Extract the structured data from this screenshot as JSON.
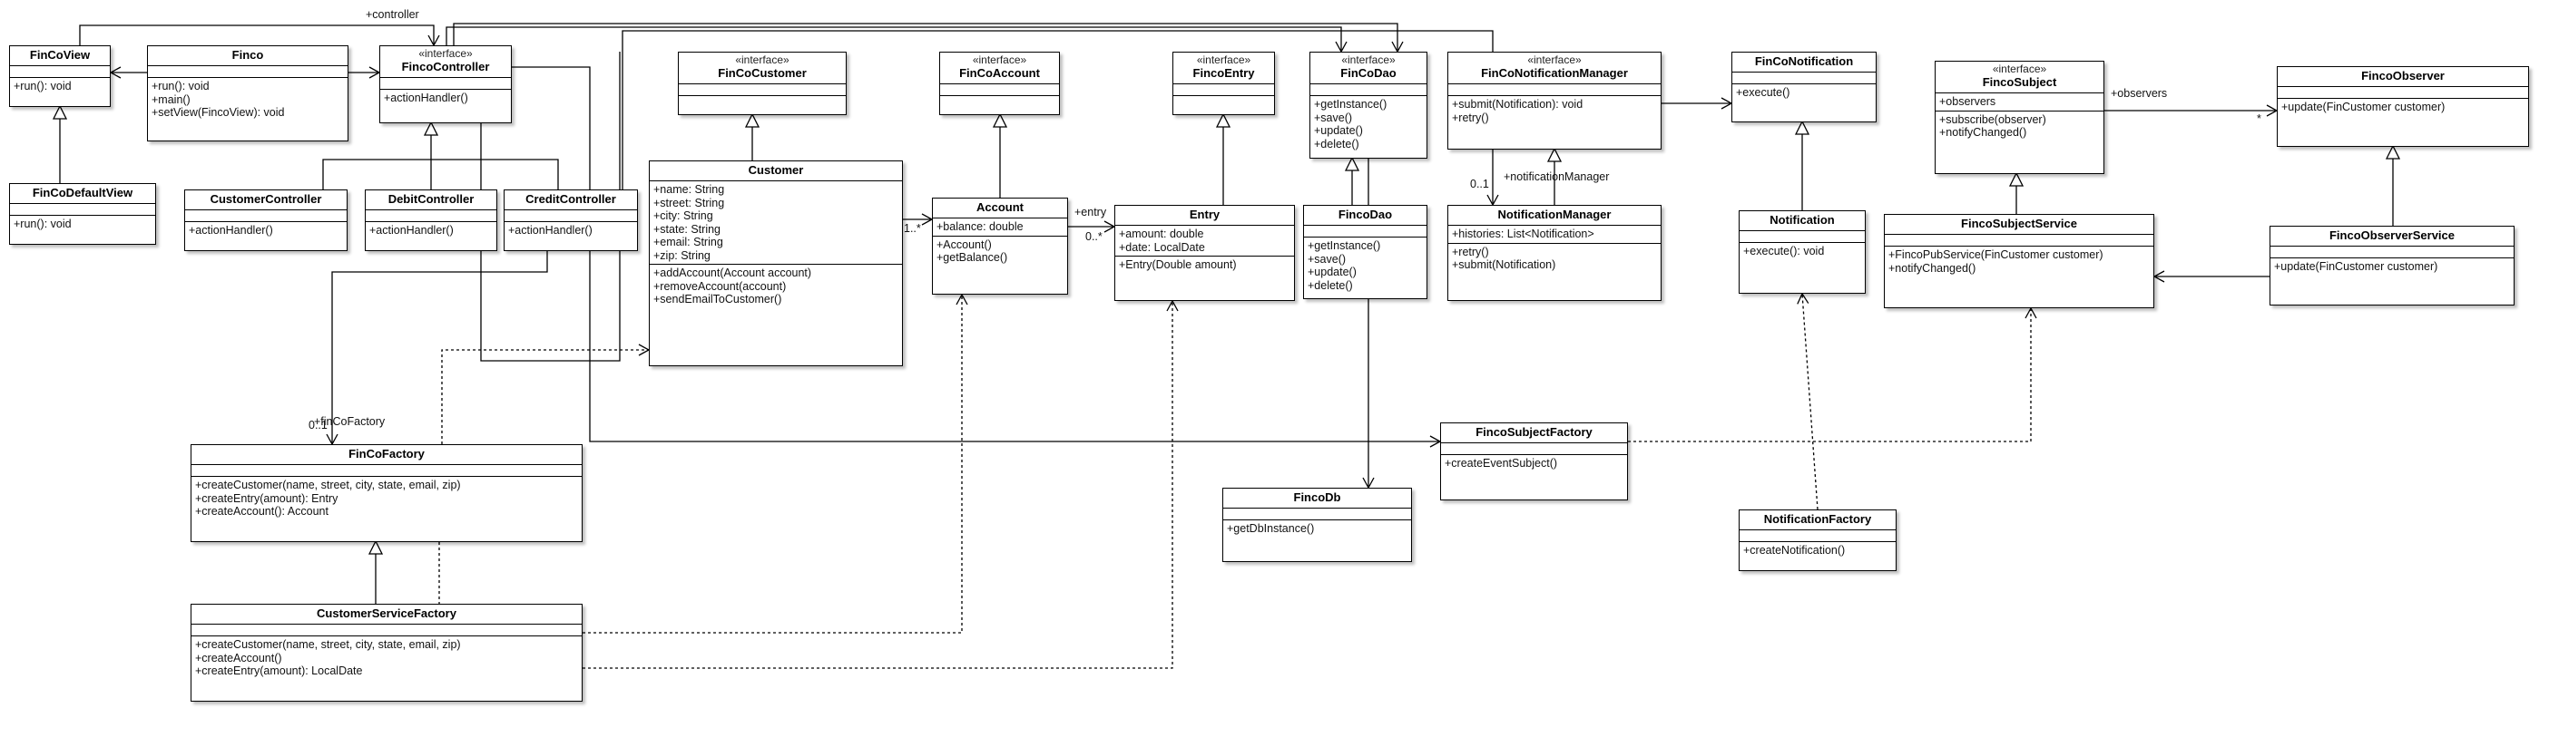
{
  "classes": {
    "fincoview": {
      "title": "FinCoView",
      "attributes": [],
      "operations": [
        "+run(): void"
      ]
    },
    "fincodefaultview": {
      "title": "FinCoDefaultView",
      "attributes": [],
      "operations": [
        "+run(): void"
      ]
    },
    "finco": {
      "title": "Finco",
      "attributes": [],
      "operations": [
        "+run(): void",
        "+main()",
        "+setView(FincoView): void"
      ]
    },
    "fincocontroller": {
      "stereotype": "«interface»",
      "title": "FincoController",
      "attributes": [],
      "operations": [
        "+actionHandler()"
      ]
    },
    "customercontroller": {
      "title": "CustomerController",
      "attributes": [],
      "operations": [
        "+actionHandler()"
      ]
    },
    "debitcontroller": {
      "title": "DebitController",
      "attributes": [],
      "operations": [
        "+actionHandler()"
      ]
    },
    "creditcontroller": {
      "title": "CreditController",
      "attributes": [],
      "operations": [
        "+actionHandler()"
      ]
    },
    "fincocustomer_iface": {
      "stereotype": "«interface»",
      "title": "FinCoCustomer",
      "attributes": [],
      "operations": []
    },
    "customer": {
      "title": "Customer",
      "attributes": [
        "+name: String",
        "+street: String",
        "+city: String",
        "+state: String",
        "+email: String",
        "+zip: String"
      ],
      "operations": [
        "+addAccount(Account account)",
        "+removeAccount(account)",
        "+sendEmailToCustomer()"
      ]
    },
    "fincoaccount_iface": {
      "stereotype": "«interface»",
      "title": "FinCoAccount",
      "attributes": [],
      "operations": []
    },
    "account": {
      "title": "Account",
      "attributes": [
        "+balance: double"
      ],
      "operations": [
        "+Account()",
        "+getBalance()"
      ]
    },
    "fincoentry_iface": {
      "stereotype": "«interface»",
      "title": "FincoEntry",
      "attributes": [],
      "operations": []
    },
    "entry": {
      "title": "Entry",
      "attributes": [
        "+amount: double",
        "+date: LocalDate"
      ],
      "operations": [
        "+Entry(Double amount)"
      ]
    },
    "fincodao_iface": {
      "stereotype": "«interface»",
      "title": "FinCoDao",
      "attributes": [],
      "operations": [
        "+getInstance()",
        "+save()",
        "+update()",
        "+delete()"
      ]
    },
    "fincodao": {
      "title": "FincoDao",
      "attributes": [],
      "operations": [
        "+getInstance()",
        "+save()",
        "+update()",
        "+delete()"
      ]
    },
    "notificationmanager_iface": {
      "stereotype": "«interface»",
      "title": "FinCoNotificationManager",
      "attributes": [],
      "operations": [
        "+submit(Notification): void",
        "+retry()"
      ]
    },
    "notificationmanager": {
      "title": "NotificationManager",
      "attributes": [
        "+histories: List<Notification>"
      ],
      "operations": [
        "+retry()",
        "+submit(Notification)"
      ]
    },
    "finconotification": {
      "title": "FinCoNotification",
      "attributes": [],
      "operations": [
        "+execute()"
      ]
    },
    "notification": {
      "title": "Notification",
      "attributes": [],
      "operations": [
        "+execute(): void"
      ]
    },
    "fincosubject_iface": {
      "stereotype": "«interface»",
      "title": "FincoSubject",
      "attributes": [
        "+observers"
      ],
      "operations": [
        "+subscribe(observer)",
        "+notifyChanged()"
      ]
    },
    "fincosubjectservice": {
      "title": "FincoSubjectService",
      "attributes": [],
      "operations": [
        "+FincoPubService(FinCustomer customer)",
        "+notifyChanged()"
      ]
    },
    "fincoobserver": {
      "title": "FincoObserver",
      "attributes": [],
      "operations": [
        "+update(FinCustomer customer)"
      ]
    },
    "fincoobserverservice": {
      "title": "FincoObserverService",
      "attributes": [],
      "operations": [
        "+update(FinCustomer customer)"
      ]
    },
    "fincofactory": {
      "title": "FinCoFactory",
      "attributes": [],
      "operations": [
        "+createCustomer(name, street, city, state, email, zip)",
        "+createEntry(amount): Entry",
        "+createAccount(): Account"
      ]
    },
    "customerservicefactory": {
      "title": "CustomerServiceFactory",
      "attributes": [],
      "operations": [
        "+createCustomer(name, street, city, state, email, zip)",
        "+createAccount()",
        "+createEntry(amount): LocalDate"
      ]
    },
    "fincosubjectfactory": {
      "title": "FincoSubjectFactory",
      "attributes": [],
      "operations": [
        "+createEventSubject()"
      ]
    },
    "fincodb": {
      "title": "FincoDb",
      "attributes": [],
      "operations": [
        "+getDbInstance()"
      ]
    },
    "notificationfactory": {
      "title": "NotificationFactory",
      "attributes": [],
      "operations": [
        "+createNotification()"
      ]
    }
  },
  "labels": {
    "controller": "+controller",
    "entry": "+entry",
    "account_mult": "1..*",
    "entry_mult": "0..*",
    "fincofactory": "+finCoFactory",
    "fincofactory_mult": "0..1",
    "notification_manager": "+notificationManager",
    "notification_manager_mult": "0..1",
    "observers": "+observers",
    "observers_mult": "*"
  }
}
